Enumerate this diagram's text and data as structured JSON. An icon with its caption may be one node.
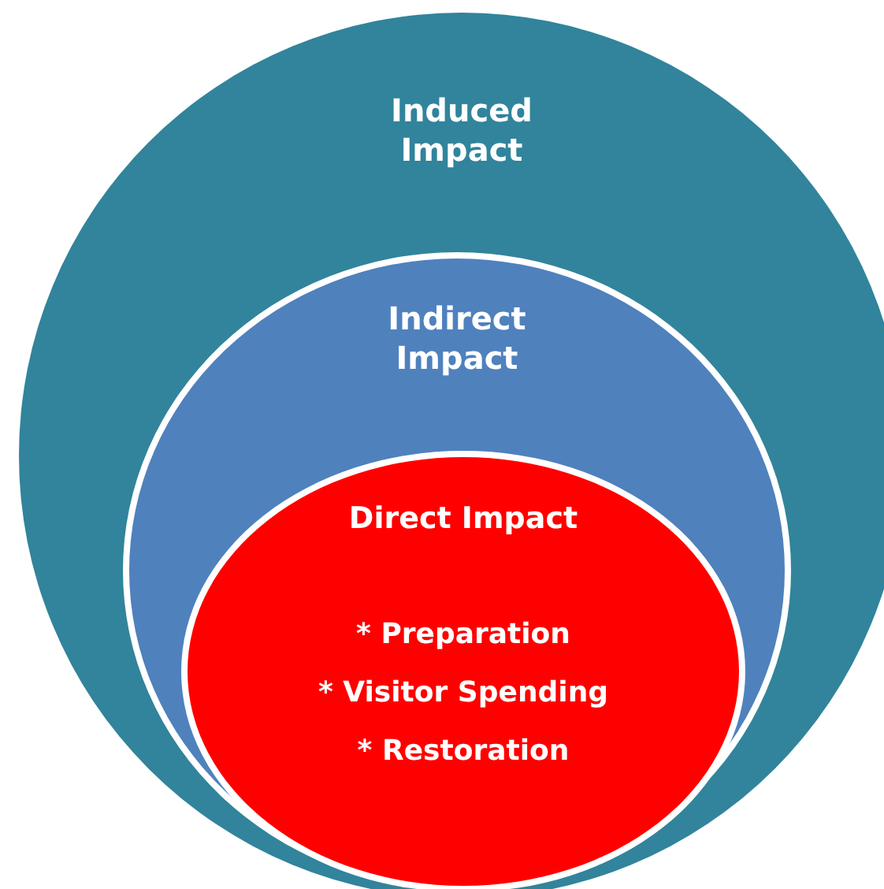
{
  "diagram": {
    "nodes": [
      {
        "text": [
          "Induced Impact"
        ]
      },
      {
        "text": [
          "Indirect Impact"
        ],
        "in": 0
      },
      {
        "text": [
          "Direct Impact",
          "* Preparation",
          "* Visitor Spending",
          "* Restoration"
        ],
        "in": 1
      }
    ]
  }
}
